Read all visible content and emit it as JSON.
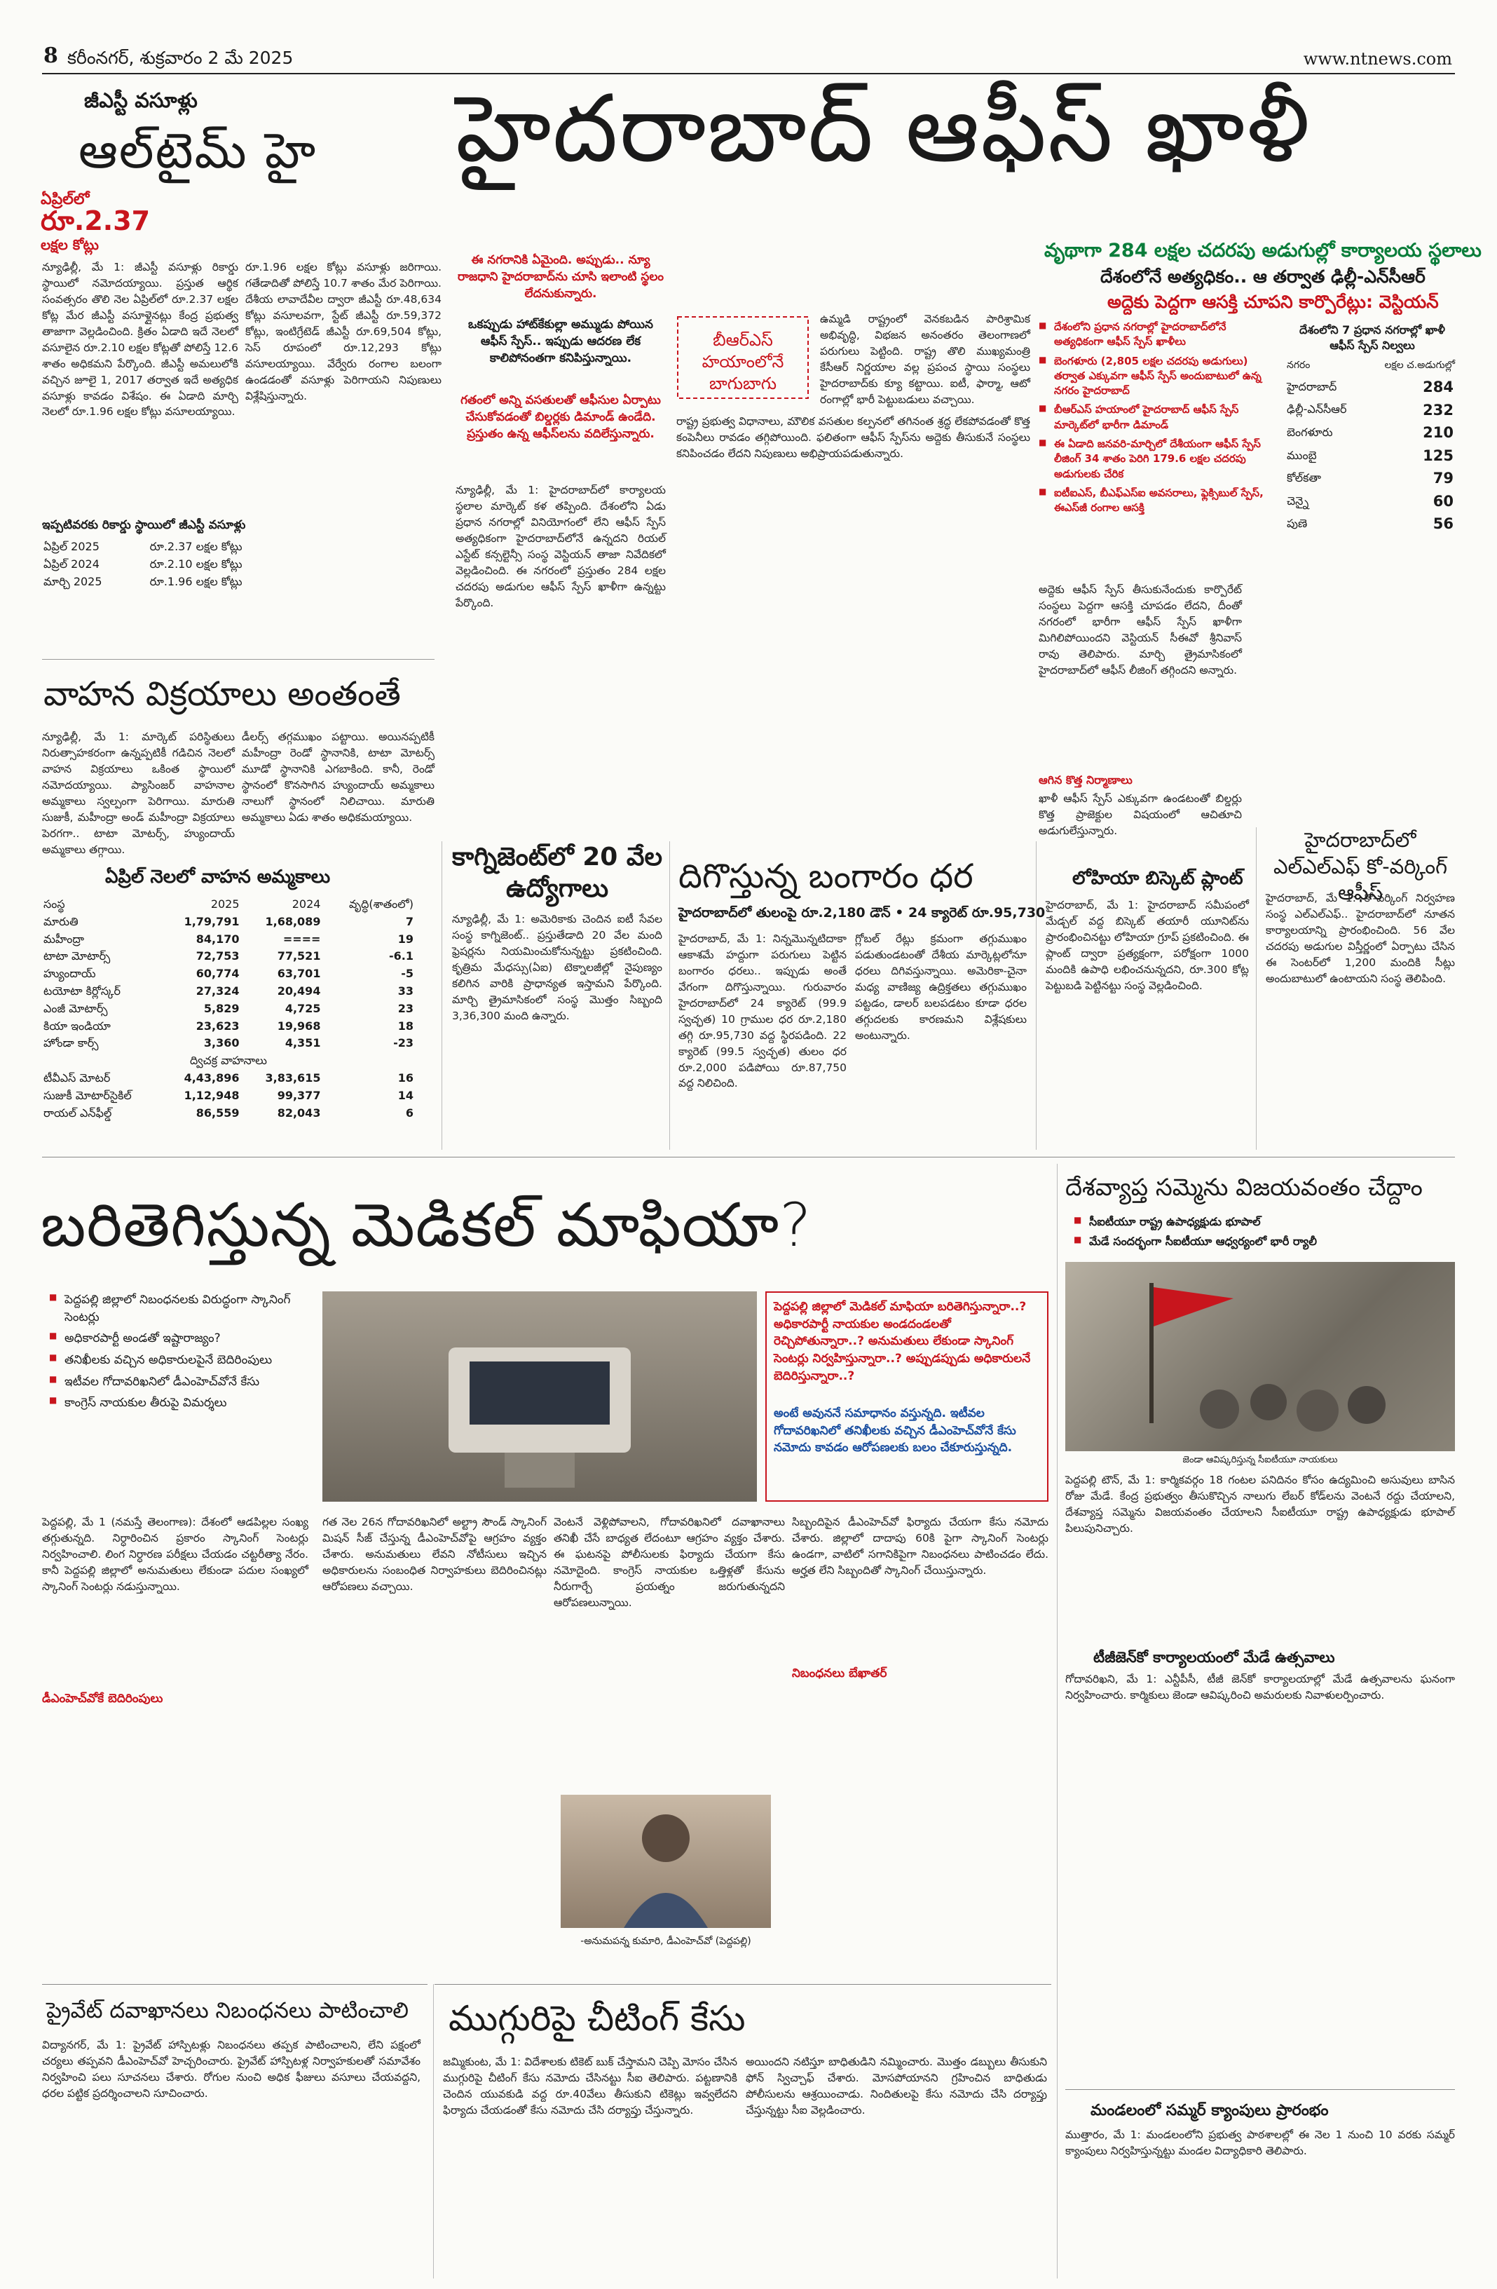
{
  "header": {
    "page_no": "8",
    "dateline": "కరీంనగర్‌, శుక్రవారం 2 మే 2025",
    "site": "www.ntnews.com"
  },
  "gst": {
    "kicker": "జీఎస్టీ వసూళ్లు",
    "headline": "ఆల్‌టైమ్‌ హై",
    "side_label": "ఏప్రిల్‌లో",
    "amount": "రూ.2.37",
    "unit": "లక్షల కోట్లు",
    "body": "న్యూఢిల్లీ, మే 1: జీఎస్టీ వసూళ్లు రికార్డు స్థాయిలో నమోదయ్యాయి. ప్రస్తుత ఆర్థిక సంవత్సరం తొలి నెల ఏప్రిల్‌లో రూ.2.37 లక్షల కోట్ల మేర జీఎస్టీ వసూళ్లైనట్లు కేంద్ర ప్రభుత్వ తాజాగా వెల్లడించింది. క్రితం ఏడాది ఇదే నెలలో వసూలైన రూ.2.10 లక్షల కోట్లతో పోలిస్తే 12.6 శాతం అధికమని పేర్కొంది. జీఎస్టీ అమలులోకి వచ్చిన జూలై 1, 2017 తర్వాత ఇదే అత్యధిక వసూళ్లు కావడం విశేషం. ఈ ఏడాది మార్చి నెలలో రూ.1.96 లక్షల కోట్లు వసూలయ్యాయి.",
    "body2": "రూ.1.96 లక్షల కోట్లు వసూళ్లు జరిగాయి. గతేడాదితో పోలిస్తే 10.7 శాతం మేర పెరిగాయి. దేశీయ లావాదేవీల ద్వారా జీఎస్టీ రూ.48,634 కోట్లు వసూలవగా, స్టేట్‌ జీఎస్టీ రూ.59,372 కోట్లు, ఇంటిగ్రేటెడ్‌ జీఎస్టీ రూ.69,504 కోట్లు, సెస్‌ రూపంలో రూ.12,293 కోట్లు వసూలయ్యాయి. వేర్వేరు రంగాల బలంగా ఉండడంతో వసూళ్లు పెరిగాయని నిపుణులు విశ్లేషిస్తున్నారు.",
    "record_title": "ఇప్పటివరకు రికార్డు స్థాయిలో జీఎస్టీ వసూళ్లు",
    "records": [
      {
        "month": "ఏప్రిల్‌ 2025",
        "value": "రూ.2.37 లక్షల కోట్లు"
      },
      {
        "month": "ఏప్రిల్‌ 2024",
        "value": "రూ.2.10 లక్షల కోట్లు"
      },
      {
        "month": "మార్చి 2025",
        "value": "రూ.1.96 లక్షల కోట్లు"
      }
    ]
  },
  "office": {
    "headline": "హైదరాబాద్‌ ఆఫీస్‌ ఖాళీ",
    "red_deck": "ఈ నగరానికి ఏమైంది. అప్పుడు.. న్యూ రాజధాని హైదరాబాద్‌ను చూసి ఇలాంటి స్థలం లేదనుకున్నారు.",
    "deck2": "ఒకప్పుడు హాట్‌కేకుల్లా అమ్ముడు పోయిన ఆఫీస్‌ స్పేస్‌.. ఇప్పుడు ఆదరణ లేక కాలిపోనంతగా కనిపిస్తున్నాయి.",
    "subdeck": "వృథాగా 284 లక్షల చదరపు అడుగుల్లో కార్యాలయ స్థలాలు",
    "subdeck2": "దేశంలోనే అత్యధికం.. ఆ తర్వాత ఢిల్లీ-ఎన్‌సీఆర్‌",
    "subdeck3": "అద్దెకు పెద్దగా ఆసక్తి చూపని కార్పొరేట్లు: వెస్టియన్‌",
    "brs_box": "బీఆర్‌ఎస్‌ హయాంలోనే బాగుబాగు",
    "points": [
      "దేశంలోని ప్రధాన నగరాల్లో హైదరాబాద్‌లోనే అత్యధికంగా ఆఫీస్‌ స్పేస్‌ ఖాళీలు",
      "బెంగళూరు (2,805 లక్షల చదరపు అడుగులు) తర్వాత ఎక్కువగా ఆఫీస్‌ స్పేస్‌ అందుబాటులో ఉన్న నగరం హైదరాబాద్‌",
      "బీఆర్‌ఎస్‌ హయాంలో హైదరాబాద్‌ ఆఫీస్‌ స్పేస్‌ మార్కెట్‌లో భారీగా డిమాండ్‌",
      "ఈ ఏడాది జనవరి-మార్చిలో దేశీయంగా ఆఫీస్‌ స్పేస్‌ లీజింగ్‌ 34 శాతం పెరిగి 179.6 లక్షల చదరపు అడుగులకు చేరిక",
      "ఐటీఐఎస్‌, బీఎఫ్‌ఎస్‌ఐ అవసరాలు, ఫ్లెక్సిబుల్‌ స్పేస్‌, ఈఎస్‌జీ రంగాల ఆసక్తి"
    ],
    "table_title": "దేశంలోని 7 ప్రధాన నగరాల్లో ఖాళీ ఆఫీస్‌ స్పేస్‌ నిల్వలు",
    "table_head_city": "నగరం",
    "table_head_val": "లక్షల చ.అడుగుల్లో",
    "cities": [
      {
        "name": "హైదరాబాద్‌",
        "val": "284"
      },
      {
        "name": "ఢిల్లీ-ఎన్‌సీఆర్‌",
        "val": "232"
      },
      {
        "name": "బెంగళూరు",
        "val": "210"
      },
      {
        "name": "ముంబై",
        "val": "125"
      },
      {
        "name": "కోల్‌కతా",
        "val": "79"
      },
      {
        "name": "చెన్నై",
        "val": "60"
      },
      {
        "name": "పుణె",
        "val": "56"
      }
    ],
    "red_mid": "గతంలో అన్ని వసతులతో ఆఫీసుల ఏర్పాటు చేసుకోవడంతో బిల్డర్లకు డిమాండ్‌ ఉండేది. ప్రస్తుతం ఉన్న ఆఫీస్‌లను వదిలేస్తున్నారు.",
    "body1": "న్యూఢిల్లీ, మే 1: హైదరాబాద్‌లో కార్యాలయ స్థలాల మార్కెట్‌ కళ తప్పింది. దేశంలోని ఏడు ప్రధాన నగరాల్లో వినియోగంలో లేని ఆఫీస్‌ స్పేస్‌ అత్యధికంగా హైదరాబాద్‌లోనే ఉన్నదని రియల్‌ ఎస్టేట్‌ కన్సల్టెన్సీ సంస్థ వెస్టియన్‌ తాజా నివేదికలో వెల్లడించింది. ఈ నగరంలో ప్రస్తుతం 284 లక్షల చదరపు అడుగుల ఆఫీస్‌ స్పేస్‌ ఖాళీగా ఉన్నట్టు పేర్కొంది.",
    "body2": "ఉమ్మడి రాష్ట్రంలో వెనకబడిన పారిశ్రామిక అభివృద్ధి, విభజన అనంతరం తెలంగాణలో పరుగులు పెట్టింది. రాష్ట్ర తొలి ముఖ్యమంత్రి కేసీఆర్‌ నిర్ణయాల వల్ల ప్రపంచ స్థాయి సంస్థలు హైదరాబాద్‌కు క్యూ కట్టాయి. ఐటీ, ఫార్మా, ఆటో రంగాల్లో భారీ పెట్టుబడులు వచ్చాయి.",
    "body3": "రాష్ట్ర ప్రభుత్వ విధానాలు, మౌలిక వసతుల కల్పనలో తగినంత శ్రద్ధ లేకపోవడంతో కొత్త కంపెనీలు రావడం తగ్గిపోయింది. ఫలితంగా ఆఫీస్‌ స్పేస్‌ను అద్దెకు తీసుకునే సంస్థలు కనిపించడం లేదని నిపుణులు అభిప్రాయపడుతున్నారు.",
    "body4": "అద్దెకు ఆఫీస్‌ స్పేస్‌ తీసుకునేందుకు కార్పొరేట్‌ సంస్థలు పెద్దగా ఆసక్తి చూపడం లేదని, దీంతో నగరంలో భారీగా ఆఫీస్‌ స్పేస్‌ ఖాళీగా మిగిలిపోయిందని వెస్టియన్‌ సీఈవో శ్రీనివాస్‌ రావు తెలిపారు. మార్చి త్రైమాసికంలో హైదరాబాద్‌లో ఆఫీస్‌ లీజింగ్‌ తగ్గిందని అన్నారు.",
    "mini_head": "ఆగిన కొత్త నిర్మాణాలు",
    "mini_body": "ఖాళీ ఆఫీస్‌ స్పేస్‌ ఎక్కువగా ఉండటంతో బిల్డర్లు కొత్త ప్రాజెక్టుల విషయంలో ఆచితూచి అడుగులేస్తున్నారు."
  },
  "vehicles": {
    "headline": "వాహన విక్రయాలు అంతంతే",
    "body": "న్యూఢిల్లీ, మే 1: మార్కెట్‌ పరిస్థితులు నిరుత్సాహకరంగా ఉన్నప్పటికీ గడిచిన నెలలో వాహన విక్రయాలు ఒకింత స్థాయిలో నమోదయ్యాయి. ప్యాసింజర్‌ వాహనాల అమ్మకాలు స్వల్పంగా పెరిగాయి. మారుతి సుజుకీ, మహీంద్రా అండ్‌ మహీంద్రా విక్రయాలు పెరగగా.. టాటా మోటర్స్‌, హ్యుందాయ్‌ అమ్మకాలు తగ్గాయి.",
    "body2": "డీలర్స్‌ తగ్గముఖం పట్టాయి. అయినప్పటికీ మహీంద్రా రెండో స్థానానికి, టాటా మోటర్స్‌ మూడో స్థానానికి ఎగబాకింది. కానీ, రెండో స్థానంలో కొనసాగిన హ్యుందాయ్‌ అమ్మకాలు నాలుగో స్థానంలో నిలిచాయి. మారుతి అమ్మకాలు ఏడు శాతం అధికమయ్యాయి.",
    "table_title": "ఏప్రిల్‌ నెలలో వాహన అమ్మకాలు",
    "cols": [
      "సంస్థ",
      "2025",
      "2024",
      "వృద్ధి(శాతంలో)"
    ],
    "rows": [
      [
        "మారుతి",
        "1,79,791",
        "1,68,089",
        "7"
      ],
      [
        "మహీంద్రా",
        "84,170",
        "====",
        "19"
      ],
      [
        "టాటా మోటార్స్‌",
        "72,753",
        "77,521",
        "-6.1"
      ],
      [
        "హ్యుందాయ్‌",
        "60,774",
        "63,701",
        "-5"
      ],
      [
        "టయోటా కిర్లోస్కర్‌",
        "27,324",
        "20,494",
        "33"
      ],
      [
        "ఎంజీ మోటార్స్‌",
        "5,829",
        "4,725",
        "23"
      ],
      [
        "కియా ఇండియా",
        "23,623",
        "19,968",
        "18"
      ],
      [
        "హోండా కార్స్‌",
        "3,360",
        "4,351",
        "-23"
      ]
    ],
    "two_wheel_title": "ద్విచక్ర వాహనాలు",
    "rows2": [
      [
        "టీవీఎస్‌ మోటర్‌",
        "4,43,896",
        "3,83,615",
        "16"
      ],
      [
        "సుజుకీ మోటార్‌సైకిల్‌",
        "1,12,948",
        "99,377",
        "14"
      ],
      [
        "రాయల్‌ ఎన్‌ఫీల్డ్‌",
        "86,559",
        "82,043",
        "6"
      ]
    ]
  },
  "cognizant": {
    "headline": "కాగ్నిజెంట్‌లో 20 వేల ఉద్యోగాలు",
    "body": "న్యూఢిల్లీ, మే 1: అమెరికాకు చెందిన ఐటీ సేవల సంస్థ కాగ్నిజెంట్‌.. ప్రస్తుతేడాది 20 వేల మంది ఫ్రెషర్లను నియమించుకోనున్నట్టు ప్రకటించింది. కృత్రిమ మేధస్సు(ఏఐ) టెక్నాలజీల్లో నైపుణ్యం కలిగిన వారికి ప్రాధాన్యత ఇస్తామని పేర్కొంది. మార్చి త్రైమాసికంలో సంస్థ మొత్తం సిబ్బంది 3,36,300 మంది ఉన్నారు."
  },
  "gold": {
    "headline": "దిగొస్తున్న బంగారం ధర",
    "tagline": "హైదరాబాద్‌లో తులంపై రూ.2,180 డౌన్‌ • 24 క్యారెట్‌ రూ.95,730",
    "body": "హైదరాబాద్‌, మే 1: నిన్నమొన్నటిదాకా ఆకాశమే హద్దుగా పరుగులు పెట్టిన బంగారం ధరలు.. ఇప్పుడు అంతే వేగంగా దిగొస్తున్నాయి. గురువారం హైదరాబాద్‌లో 24 క్యారెట్‌ (99.9 స్వచ్ఛత) 10 గ్రాముల ధర రూ.2,180 తగ్గి రూ.95,730 వద్ద స్థిరపడింది. 22 క్యారెట్‌ (99.5 స్వచ్ఛత) తులం ధర రూ.2,000 పడిపోయి రూ.87,750 వద్ద నిలిచింది.",
    "body2": "గ్లోబల్‌ రేట్లు క్రమంగా తగ్గుముఖం పడుతుండటంతో దేశీయ మార్కెట్లలోనూ ధరలు దిగివస్తున్నాయి. అమెరికా-చైనా మధ్య వాణిజ్య ఉద్రిక్తతలు తగ్గుముఖం పట్టడం, డాలర్‌ బలపడటం కూడా ధరల తగ్గుదలకు కారణమని విశ్లేషకులు అంటున్నారు."
  },
  "lohia": {
    "headline": "లోహియా బిస్కెట్‌ ప్లాంట్‌",
    "body": "హైదరాబాద్‌, మే 1: హైదరాబాద్‌ సమీపంలో మేడ్చల్‌ వద్ద బిస్కెట్‌ తయారీ యూనిట్‌ను ప్రారంభించినట్టు లోహియా గ్రూప్‌ ప్రకటించింది. ఈ ప్లాంట్‌ ద్వారా ప్రత్యక్షంగా, పరోక్షంగా 1000 మందికి ఉపాధి లభించనున్నదని, రూ.300 కోట్ల పెట్టుబడి పెట్టినట్టు సంస్థ వెల్లడించింది."
  },
  "lf": {
    "headline": "హైదరాబాద్‌లో ఎల్‌ఎల్‌ఎఫ్‌ కో-వర్కింగ్‌ ఆఫీస్‌",
    "body": "హైదరాబాద్‌, మే 1: కో-వర్కింగ్‌ నిర్వహణ సంస్థ ఎల్‌ఎల్‌ఎఫ్‌.. హైదరాబాద్‌లో నూతన కార్యాలయాన్ని ప్రారంభించింది. 56 వేల చదరపు అడుగుల విస్తీర్ణంలో ఏర్పాటు చేసిన ఈ సెంటర్‌లో 1,200 మందికి సీట్లు అందుబాటులో ఉంటాయని సంస్థ తెలిపింది."
  },
  "strike": {
    "headline": "దేశవ్యాప్త సమ్మెను విజయవంతం చేద్దాం",
    "bullets": [
      "సీఐటీయూ రాష్ట్ర ఉపాధ్యక్షుడు భూపాల్‌",
      "మేడే సందర్భంగా సీఐటీయూ ఆధ్వర్యంలో భారీ ర్యాలీ"
    ],
    "caption": "జెండా ఆవిష్కరిస్తున్న సీఐటీయూ నాయకులు",
    "body": "పెద్దపల్లి టౌన్‌, మే 1: కార్మికవర్గం 18 గంటల పనిదినం కోసం ఉద్యమించి అసువులు బాసిన రోజు మేడే. కేంద్ర ప్రభుత్వం తీసుకొచ్చిన నాలుగు లేబర్‌ కోడ్‌లను వెంటనే రద్దు చేయాలని, దేశవ్యాప్త సమ్మెను విజయవంతం చేయాలని సీఐటీయూ రాష్ట్ర ఉపాధ్యక్షుడు భూపాల్‌ పిలుపునిచ్చారు.",
    "sub1": "టీజీజెన్‌కో కార్యాలయంలో మేడే ఉత్సవాలు",
    "sub1_body": "గోదావరిఖని, మే 1: ఎన్టీపీసీ, టీజీ జెన్‌కో కార్యాలయాల్లో మేడే ఉత్సవాలను ఘనంగా నిర్వహించారు. కార్మికులు జెండా ఆవిష్కరించి అమరులకు నివాళులర్పించారు.",
    "sub2": "మండలంలో సమ్మర్‌ క్యాంపులు ప్రారంభం",
    "sub2_body": "ముత్తారం, మే 1: మండలంలోని ప్రభుత్వ పాఠశాలల్లో ఈ నెల 1 నుంచి 10 వరకు సమ్మర్‌ క్యాంపులు నిర్వహిస్తున్నట్టు మండల విద్యాధికారి తెలిపారు."
  },
  "medical": {
    "headline": "బరితెగిస్తున్న మెడికల్‌ మాఫియా?",
    "bullets": [
      "పెద్దపల్లి జిల్లాలో నిబంధనలకు విరుద్ధంగా స్కానింగ్‌ సెంటర్లు",
      "అధికారపార్టీ అండతో ఇష్టారాజ్యం?",
      "తనిఖీలకు వచ్చిన అధికారులపైనే బెదిరింపులు",
      "ఇటీవల గోదావరిఖనిలో డీఎంహెచ్‌వోనే కేసు",
      "కాంగ్రెస్‌ నాయకుల తీరుపై విమర్శలు"
    ],
    "red_box": "పెద్దపల్లి జిల్లాలో మెడికల్‌ మాఫియా బరితెగిస్తున్నారా..? అధికారపార్టీ నాయకుల అండదండలతో రెచ్చిపోతున్నారా..? అనుమతులు లేకుండా స్కానింగ్‌ సెంటర్లు నిర్వహిస్తున్నారా..? అప్పుడప్పుడు అధికారులనే బెదిరిస్తున్నారా..?",
    "blue_box": "అంటే అవుననే సమాధానం వస్తున్నది. ఇటీవల గోదావరిఖనిలో తనిఖీలకు వచ్చిన డీఎంహెచ్‌వోనే కేసు నమోదు కావడం ఆరోపణలకు బలం చేకూరుస్తున్నది.",
    "sub1": "డీఎంహెచ్‌వోకే బెదిరింపులు",
    "sub2": "నిబంధనలు బేఖాతర్‌",
    "byline": "-అనుమపన్న కుమారి, డీఎంహెచ్‌వో (పెద్దపల్లి)",
    "body1": "పెద్దపల్లి, మే 1 (నమస్తే తెలంగాణ): దేశంలో ఆడపిల్లల సంఖ్య తగ్గుతున్నది. నిర్ధారించిన ప్రకారం స్కానింగ్‌ సెంటర్లు నిర్వహించాలి. లింగ నిర్ధారణ పరీక్షలు చేయడం చట్టరీత్యా నేరం. కానీ పెద్దపల్లి జిల్లాలో అనుమతులు లేకుండా పదుల సంఖ్యలో స్కానింగ్‌ సెంటర్లు నడుస్తున్నాయి.",
    "body2": "గత నెల 26న గోదావరిఖనిలో అల్ట్రా సౌండ్‌ స్కానింగ్‌ మిషన్‌ సీజ్‌ చేస్తున్న డీఎంహెచ్‌వోపై ఆగ్రహం వ్యక్తం చేశారు. అనుమతులు లేవని నోటీసులు ఇచ్చిన అధికారులను సంబంధిత నిర్వాహకులు బెదిరించినట్లు ఆరోపణలు వచ్చాయి.",
    "body3": "వెంటనే వెళ్లిపోవాలని, గోదావరిఖనిలో దవాఖానాలు తనిఖీ చేసే బాధ్యత లేదంటూ ఆగ్రహం వ్యక్తం చేశారు. ఈ ఘటనపై పోలీసులకు ఫిర్యాదు చేయగా కేసు నమోదైంది. కాంగ్రెస్‌ నాయకుల ఒత్తిళ్లతో కేసును నీరుగార్చే ప్రయత్నం జరుగుతున్నదని ఆరోపణలున్నాయి.",
    "body4": "సిబ్బందిపైన డీఎంహెచ్‌వో ఫిర్యాదు చేయగా కేసు నమోదు చేశారు. జిల్లాలో దాదాపు 60కి పైగా స్కానింగ్‌ సెంటర్లు ఉండగా, వాటిలో సగానికిపైగా నిబంధనలు పాటించడం లేదు. అర్హత లేని సిబ్బందితో స్కానింగ్‌ చేయిస్తున్నారు."
  },
  "private": {
    "headline": "ప్రైవేట్‌ దవాఖానలు నిబంధనలు పాటించాలి",
    "body": "విద్యానగర్‌, మే 1: ప్రైవేట్‌ హాస్పిటళ్లు నిబంధనలు తప్పక పాటించాలని, లేని పక్షంలో చర్యలు తప్పవని డీఎంహెచ్‌వో హెచ్చరించారు. ప్రైవేట్‌ హాస్పిటళ్ల నిర్వాహకులతో సమావేశం నిర్వహించి పలు సూచనలు చేశారు. రోగుల నుంచి అధిక ఫీజులు వసూలు చేయవద్దని, ధరల పట్టిక ప్రదర్శించాలని సూచించారు."
  },
  "cheating": {
    "headline": "ముగ్గురిపై చీటింగ్‌ కేసు",
    "body": "జమ్మికుంట, మే 1: విదేశాలకు టికెట్‌ బుక్‌ చేస్తామని చెప్పి మోసం చేసిన ముగ్గురిపై చీటింగ్‌ కేసు నమోదు చేసినట్టు సీఐ తెలిపారు. పట్టణానికి చెందిన యువకుడి వద్ద రూ.40వేలు తీసుకుని టికెట్లు ఇవ్వలేదని ఫిర్యాదు చేయడంతో కేసు నమోదు చేసి దర్యాప్తు చేస్తున్నారు.",
    "body2": "అయిందని నటిస్తూ బాధితుడిని నమ్మించారు. మొత్తం డబ్బులు తీసుకుని ఫోన్‌ స్విచ్చాఫ్‌ చేశారు. మోసపోయానని గ్రహించిన బాధితుడు పోలీసులను ఆశ్రయించాడు. నిందితులపై కేసు నమోదు చేసి దర్యాప్తు చేస్తున్నట్టు సీఐ వెల్లడించారు."
  }
}
